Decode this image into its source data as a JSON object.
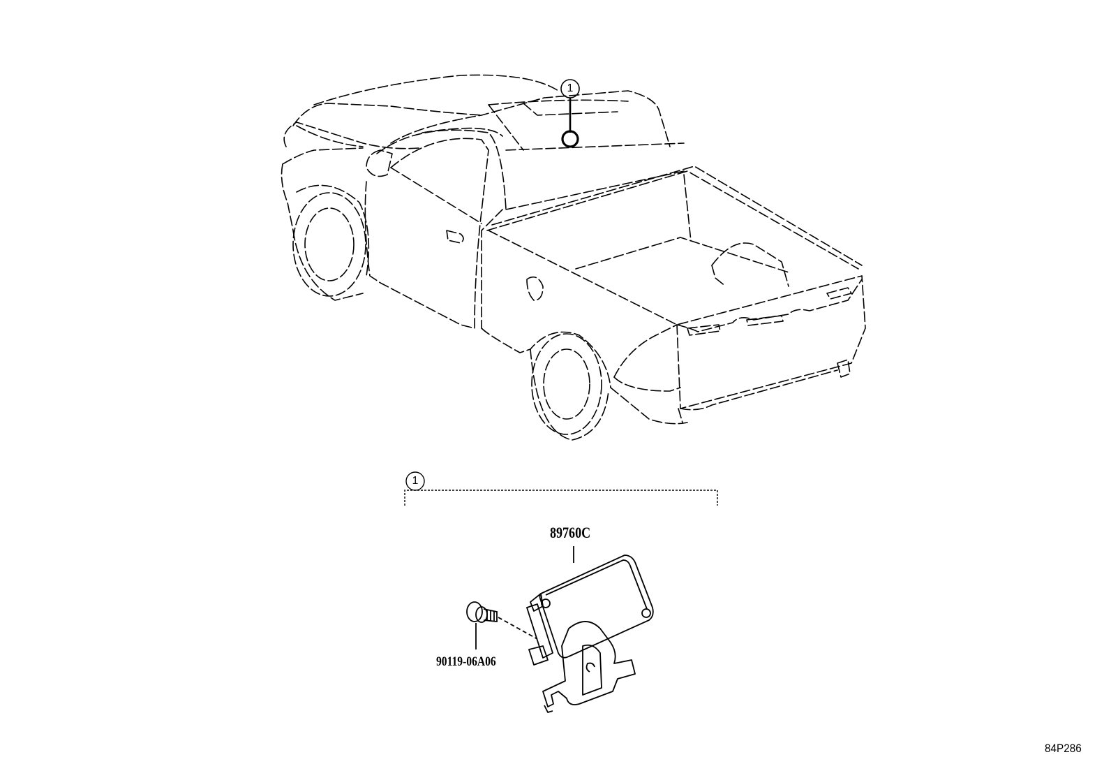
{
  "callouts": {
    "top": "1",
    "bottom": "1"
  },
  "parts": {
    "module": "89760C",
    "bolt": "90119-06A06"
  },
  "footer": {
    "ref": "84P286"
  }
}
